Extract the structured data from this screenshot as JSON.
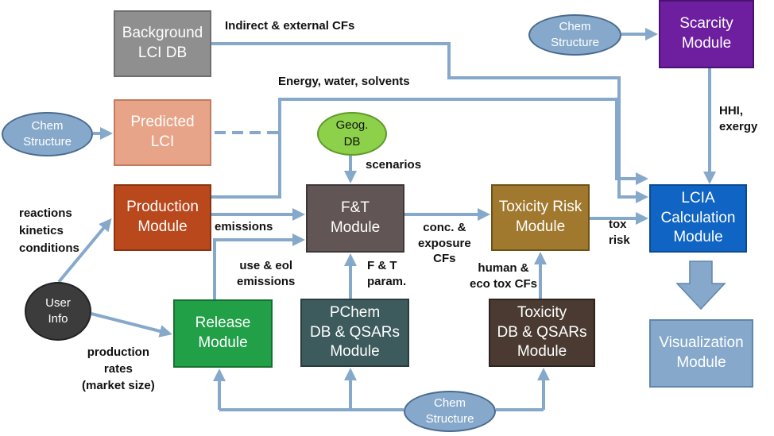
{
  "colors": {
    "arrow": "#86a9cb",
    "background_lci_db": "#8f8f8f",
    "predicted_lci": "#e8a488",
    "production_module": "#b9481d",
    "ft_module": "#615555",
    "toxicity_risk_module": "#a0792f",
    "lcia_module": "#0f64c4",
    "scarcity_module": "#6e1fa0",
    "release_module": "#21a048",
    "pchem_module": "#3d5a5c",
    "toxicity_db_module": "#4a3a31",
    "visualization_module": "#86a9cb",
    "user_info": "#3c3c3c",
    "geog_db": "#8dd14a",
    "chem_structure": "#86a9cb"
  },
  "nodes": {
    "background_lci_db": "Background\nLCI DB",
    "predicted_lci": "Predicted\nLCI",
    "production_module": "Production\nModule",
    "ft_module": "F&T\nModule",
    "toxicity_risk_module": "Toxicity Risk\nModule",
    "lcia_module": "LCIA\nCalculation\nModule",
    "scarcity_module": "Scarcity\nModule",
    "release_module": "Release\nModule",
    "pchem_module": "PChem\nDB & QSARs\nModule",
    "toxicity_db_module": "Toxicity\nDB & QSARs\nModule",
    "visualization_module": "Visualization\nModule",
    "user_info": "User\nInfo",
    "geog_db": "Geog.\nDB",
    "chem_structure_top": "Chem\nStructure",
    "chem_structure_left": "Chem\nStructure",
    "chem_structure_bottom": "Chem\nStructure"
  },
  "edge_labels": {
    "indirect_external_cfs": "Indirect & external CFs",
    "energy_water_solvents": "Energy, water, solvents",
    "hhi_exergy": "HHI,\nexergy",
    "scenarios": "scenarios",
    "reactions_kinetics_conditions": "reactions\nkinetics\nconditions",
    "emissions": "emissions",
    "conc_exposure_cfs": "conc. &\nexposure\nCFs",
    "tox_risk": "tox\nrisk",
    "use_eol_emissions": "use & eol\nemissions",
    "ft_param": "F & T\nparam.",
    "human_eco_tox_cfs": "human &\neco tox CFs",
    "production_rates": "production\nrates\n(market size)"
  }
}
